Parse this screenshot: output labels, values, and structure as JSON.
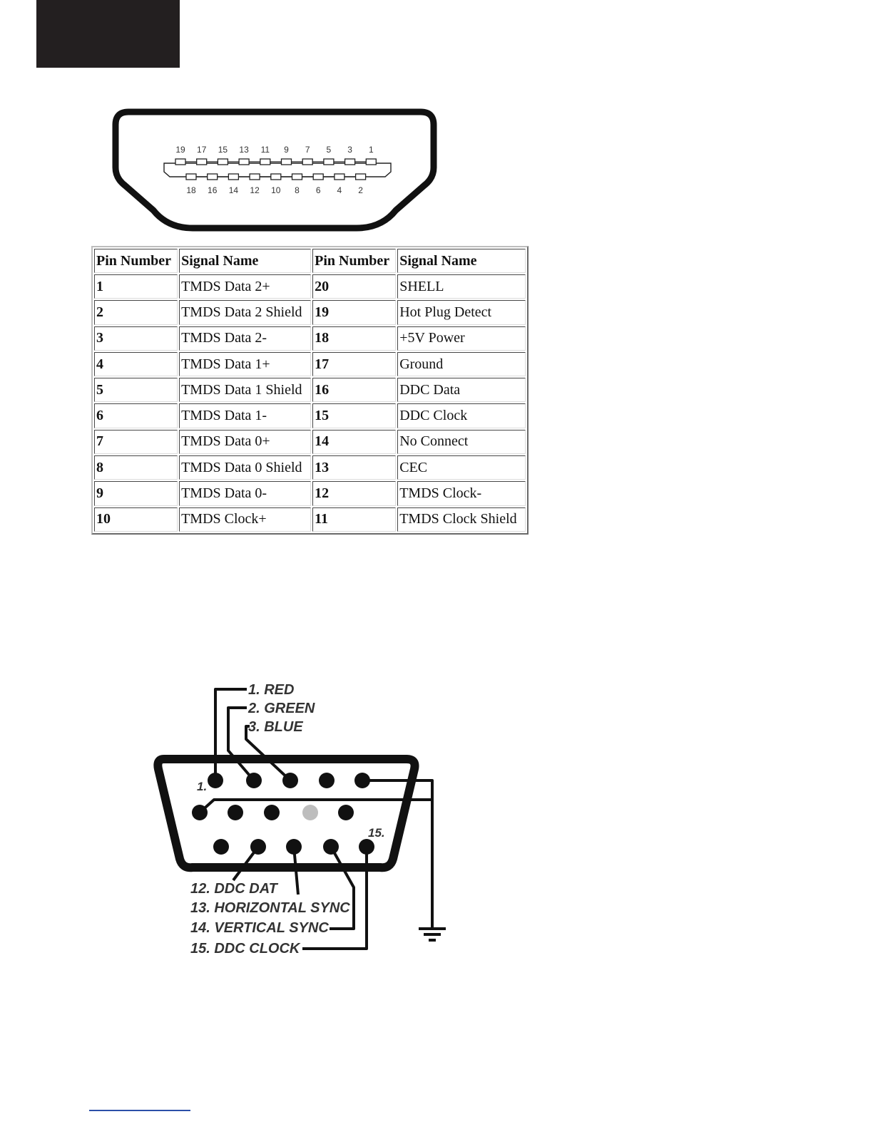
{
  "hdmi_diagram": {
    "top_pins": [
      "19",
      "17",
      "15",
      "13",
      "11",
      "9",
      "7",
      "5",
      "3",
      "1"
    ],
    "bottom_pins": [
      "18",
      "16",
      "14",
      "12",
      "10",
      "8",
      "6",
      "4",
      "2"
    ]
  },
  "pin_table": {
    "headers": [
      "Pin Number",
      "Signal Name",
      "Pin Number",
      "Signal Name"
    ],
    "rows": [
      {
        "pin_a": "1",
        "sig_a": "TMDS Data 2+",
        "pin_b": "20",
        "sig_b": "SHELL"
      },
      {
        "pin_a": "2",
        "sig_a": "TMDS Data 2 Shield",
        "pin_b": "19",
        "sig_b": "Hot Plug Detect"
      },
      {
        "pin_a": "3",
        "sig_a": "TMDS Data 2-",
        "pin_b": "18",
        "sig_b": "+5V Power"
      },
      {
        "pin_a": "4",
        "sig_a": "TMDS Data 1+",
        "pin_b": "17",
        "sig_b": "Ground"
      },
      {
        "pin_a": "5",
        "sig_a": "TMDS Data 1 Shield",
        "pin_b": "16",
        "sig_b": "DDC Data"
      },
      {
        "pin_a": "6",
        "sig_a": "TMDS Data 1-",
        "pin_b": "15",
        "sig_b": "DDC Clock"
      },
      {
        "pin_a": "7",
        "sig_a": "TMDS Data 0+",
        "pin_b": "14",
        "sig_b": "No Connect"
      },
      {
        "pin_a": "8",
        "sig_a": "TMDS Data 0 Shield",
        "pin_b": "13",
        "sig_b": "CEC"
      },
      {
        "pin_a": "9",
        "sig_a": "TMDS Data 0-",
        "pin_b": "12",
        "sig_b": "TMDS Clock-"
      },
      {
        "pin_a": "10",
        "sig_a": "TMDS Clock+",
        "pin_b": "11",
        "sig_b": "TMDS Clock Shield"
      }
    ]
  },
  "vga_diagram": {
    "labels": {
      "red": "1. RED",
      "green": "2. GREEN",
      "blue": "3. BLUE",
      "ddc_dat": "12. DDC DAT",
      "hsync": "13. HORIZONTAL SYNC",
      "vsync": "14. VERTICAL SYNC",
      "ddc_clock": "15. DDC CLOCK"
    },
    "pin_markers": {
      "first": "1.",
      "last": "15."
    }
  },
  "colors": {
    "tab_block": "#231f20",
    "footer_line": "#2b4fa8",
    "unused_pin": "#bdbdbd"
  }
}
